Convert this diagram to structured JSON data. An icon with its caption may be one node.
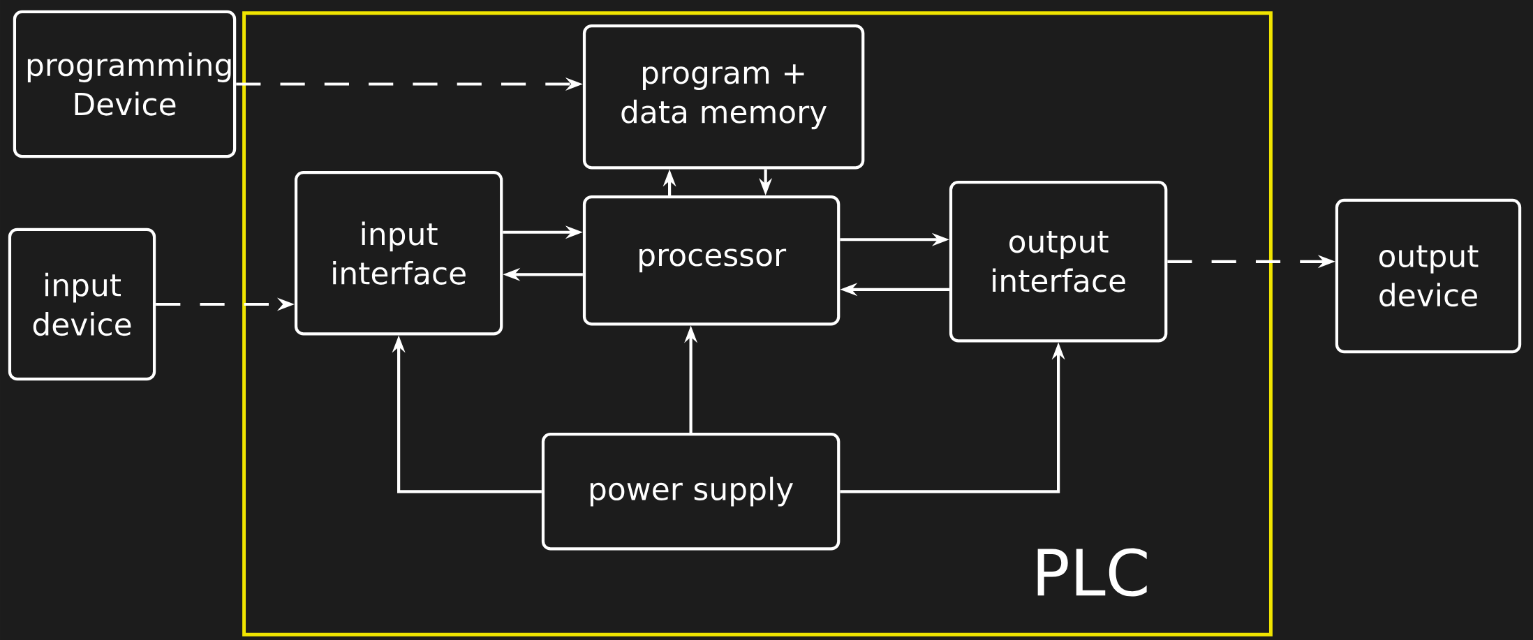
{
  "diagram": {
    "nodes": [
      {
        "text": [
          "PLC"
        ]
      },
      {
        "text": [
          "programming Device"
        ]
      },
      {
        "text": [
          "program + data memory"
        ],
        "in": 0
      },
      {
        "text": [
          "input device"
        ]
      },
      {
        "text": [
          "input interface"
        ],
        "in": 0
      },
      {
        "text": [
          "processor"
        ],
        "in": 0
      },
      {
        "text": [
          "output interface"
        ],
        "in": 0
      },
      {
        "text": [
          "output device"
        ]
      },
      {
        "text": [
          "power supply"
        ],
        "in": 0
      }
    ],
    "edges": [
      {
        "from": 1,
        "to": 2,
        "arrow": "to",
        "style": "dashed"
      },
      {
        "from": 3,
        "to": 4,
        "arrow": "to",
        "style": "dashed"
      },
      {
        "from": 6,
        "to": 7,
        "arrow": "to",
        "style": "dashed"
      },
      {
        "from": 4,
        "to": 5,
        "arrow": "to"
      },
      {
        "from": 5,
        "to": 4,
        "arrow": "to"
      },
      {
        "from": 5,
        "to": 2,
        "arrow": "to"
      },
      {
        "from": 2,
        "to": 5,
        "arrow": "to"
      },
      {
        "from": 5,
        "to": 6,
        "arrow": "to"
      },
      {
        "from": 6,
        "to": 5,
        "arrow": "to"
      },
      {
        "from": 8,
        "to": 5,
        "arrow": "to"
      },
      {
        "from": 8,
        "to": 4,
        "arrow": "to"
      },
      {
        "from": 8,
        "to": 6,
        "arrow": "to"
      }
    ]
  }
}
